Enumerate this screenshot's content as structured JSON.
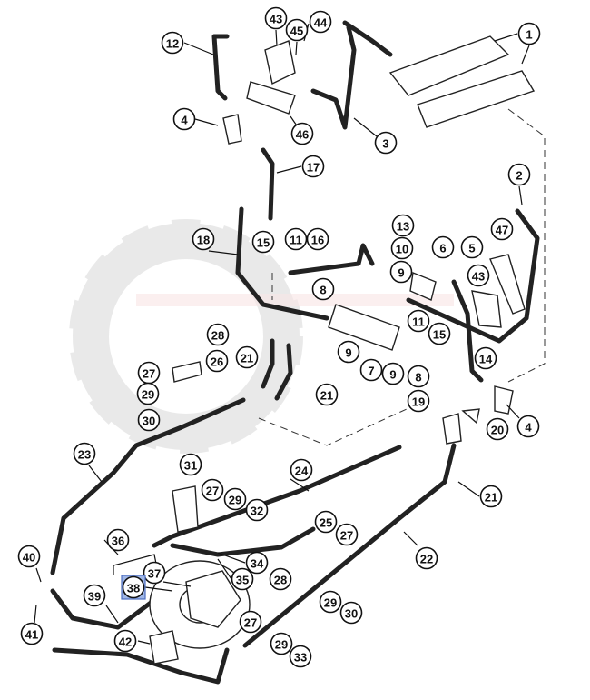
{
  "diagram": {
    "title": "Brake system parts diagram",
    "highlighted_callout": "38",
    "highlight_color": "#9fb6e6",
    "callouts": [
      "1",
      "2",
      "3",
      "4",
      "4",
      "5",
      "6",
      "7",
      "8",
      "8",
      "9",
      "9",
      "9",
      "10",
      "11",
      "11",
      "12",
      "13",
      "14",
      "15",
      "15",
      "16",
      "17",
      "18",
      "19",
      "20",
      "21",
      "21",
      "21",
      "22",
      "23",
      "24",
      "25",
      "26",
      "27",
      "27",
      "27",
      "27",
      "28",
      "28",
      "29",
      "29",
      "29",
      "29",
      "30",
      "30",
      "31",
      "32",
      "33",
      "34",
      "35",
      "36",
      "37",
      "38",
      "39",
      "40",
      "41",
      "42",
      "43",
      "43",
      "44",
      "45",
      "46",
      "47"
    ]
  }
}
